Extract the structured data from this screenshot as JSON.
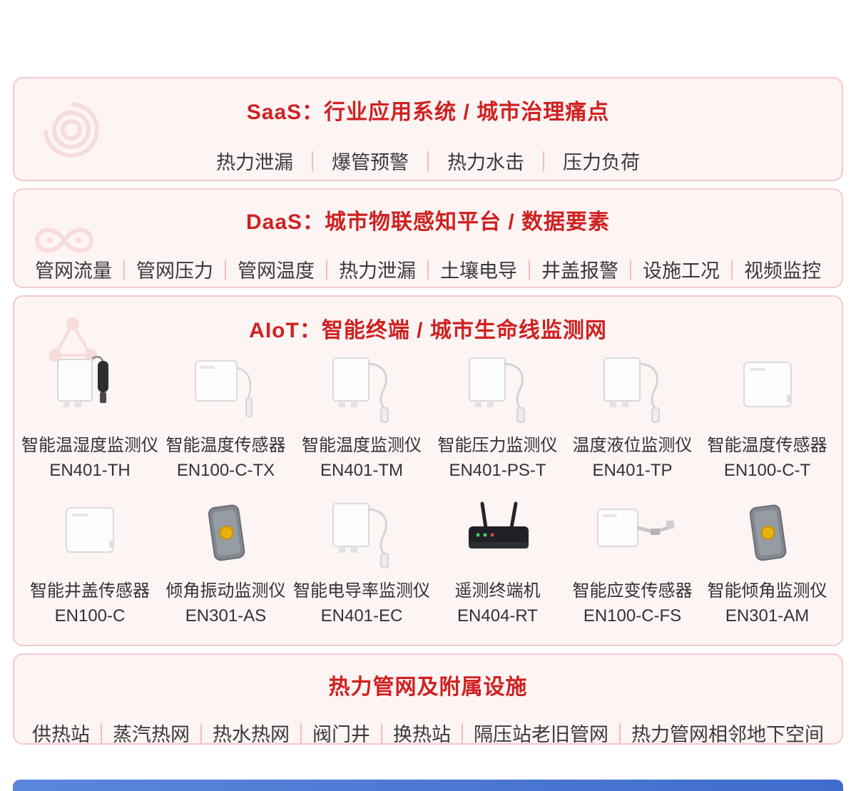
{
  "colors": {
    "title_red": "#cf2121",
    "panel_border": "#f4caca",
    "panel_bg": "#fdf4f4",
    "separator_pink": "#f3bcbc",
    "body_text": "#3a3a3a",
    "accent_blue": "#4a76d2"
  },
  "saas": {
    "title": "SaaS：行业应用系统 / 城市治理痛点",
    "icon": "target-spiral-icon",
    "items": [
      "热力泄漏",
      "爆管预警",
      "热力水击",
      "压力负荷"
    ]
  },
  "daas": {
    "title": "DaaS：城市物联感知平台 / 数据要素",
    "icon": "infinity-loop-icon",
    "items": [
      "管网流量",
      "管网压力",
      "管网温度",
      "热力泄漏",
      "土壤电导",
      "井盖报警",
      "设施工况",
      "视频监控"
    ]
  },
  "aiot": {
    "title": "AIoT：智能终端 / 城市生命线监测网",
    "icon": "network-nodes-icon",
    "products": [
      {
        "name": "智能温湿度监测仪",
        "model": "EN401-TH",
        "image": "box-with-black-probe"
      },
      {
        "name": "智能温度传感器",
        "model": "EN100-C-TX",
        "image": "panel-with-cable-probe"
      },
      {
        "name": "智能温度监测仪",
        "model": "EN401-TM",
        "image": "box-with-cable-probe"
      },
      {
        "name": "智能压力监测仪",
        "model": "EN401-PS-T",
        "image": "box-with-cable-probe"
      },
      {
        "name": "温度液位监测仪",
        "model": "EN401-TP",
        "image": "box-with-cable-probe"
      },
      {
        "name": "智能温度传感器",
        "model": "EN100-C-T",
        "image": "flat-white-panel"
      },
      {
        "name": "智能井盖传感器",
        "model": "EN100-C",
        "image": "flat-white-panel"
      },
      {
        "name": "倾角振动监测仪",
        "model": "EN301-AS",
        "image": "dark-tilt-device"
      },
      {
        "name": "智能电导率监测仪",
        "model": "EN401-EC",
        "image": "box-with-cable-probe"
      },
      {
        "name": "遥测终端机",
        "model": "EN404-RT",
        "image": "black-router-antennas"
      },
      {
        "name": "智能应变传感器",
        "model": "EN100-C-FS",
        "image": "panel-with-metal-arm"
      },
      {
        "name": "智能倾角监测仪",
        "model": "EN301-AM",
        "image": "dark-tilt-device"
      }
    ]
  },
  "infra": {
    "title": "热力管网及附属设施",
    "items": [
      "供热站",
      "蒸汽热网",
      "热水热网",
      "阀门井",
      "换热站",
      "隔压站老旧管网",
      "热力管网相邻地下空间"
    ]
  }
}
